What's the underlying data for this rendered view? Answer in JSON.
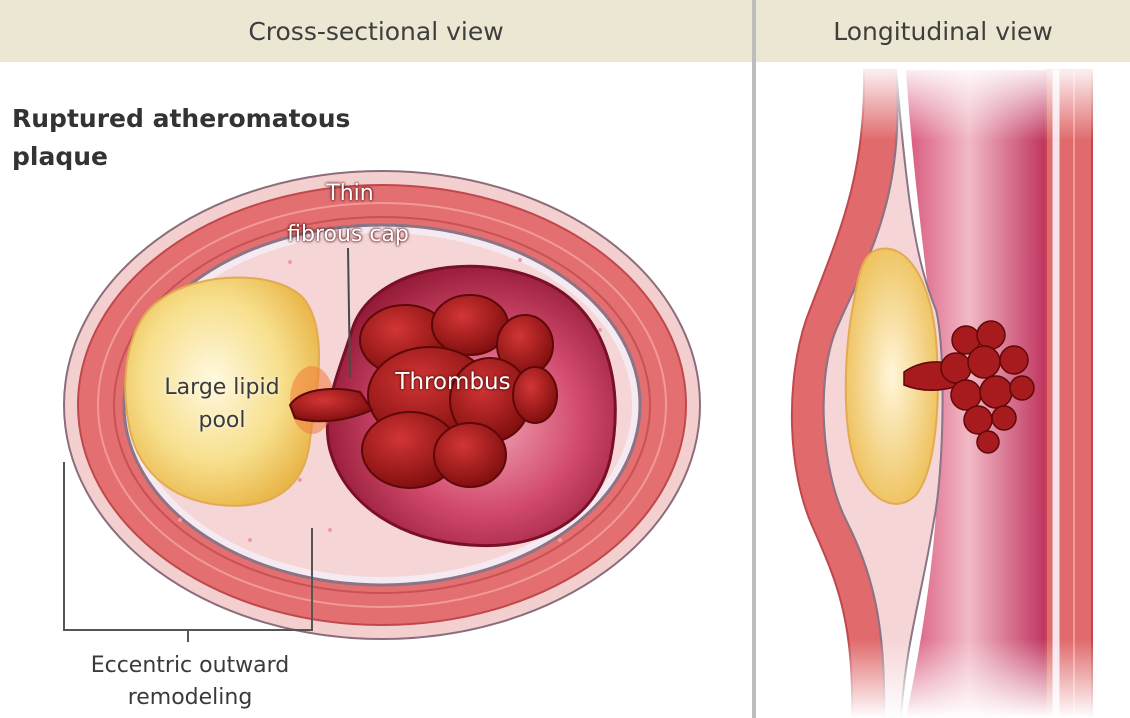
{
  "header": {
    "left_title": "Cross-sectional view",
    "right_title": "Longitudinal view"
  },
  "diagram": {
    "title": "Ruptured atheromatous plaque",
    "labels": {
      "thin_fibrous_cap": "Thin fibrous cap",
      "large_lipid_pool": "Large lipid pool",
      "thrombus": "Thrombus",
      "eccentric_remodeling": "Eccentric outward remodeling"
    }
  },
  "colors": {
    "header_bg": "#ece7d3",
    "vessel_wall": "#e06a6c",
    "intima": "#f6d4d6",
    "lumen": "#b8224a",
    "lipid_pool": "#f3cf6a",
    "thrombus": "#9e1414"
  }
}
